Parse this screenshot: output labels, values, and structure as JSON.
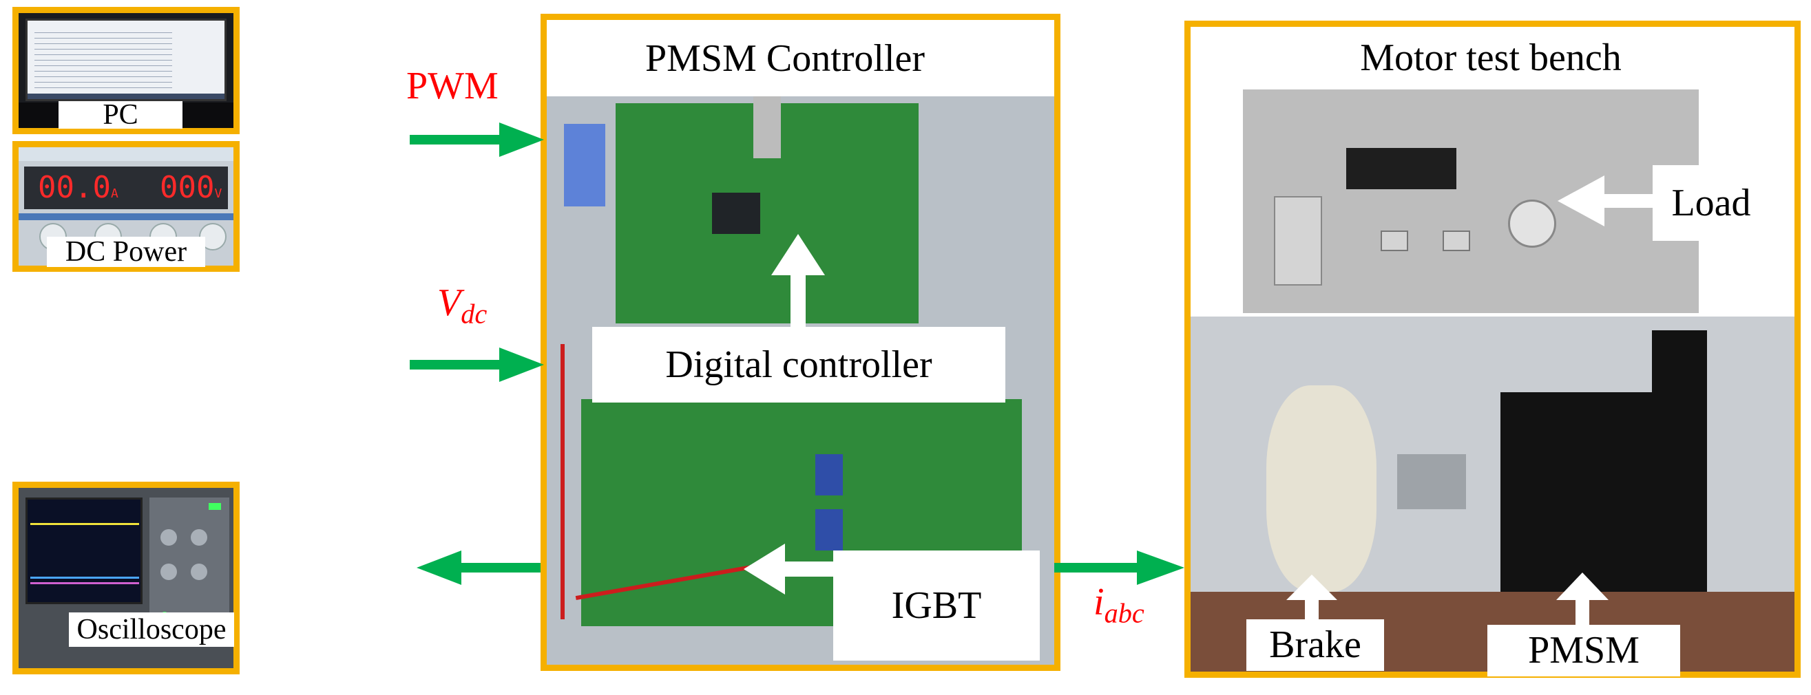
{
  "blocks": {
    "pc": {
      "label": "PC"
    },
    "dc_power": {
      "label": "DC Power",
      "current_display": "00.0",
      "current_unit": "A",
      "voltage_display": "000",
      "voltage_unit": "V"
    },
    "oscilloscope": {
      "label": "Oscilloscope"
    },
    "controller": {
      "title": "PMSM Controller",
      "digital_label": "Digital controller",
      "igbt_label": "IGBT"
    },
    "test_bench": {
      "title": "Motor test bench",
      "load_label": "Load",
      "brake_label": "Brake",
      "pmsm_label": "PMSM"
    }
  },
  "signals": {
    "pwm": "PWM",
    "vdc_main": "V",
    "vdc_sub": "dc",
    "iabc_main": "i",
    "iabc_sub": "abc"
  },
  "colors": {
    "frame": "#f5b000",
    "arrow": "#00b050",
    "signal_text": "#ff0000"
  }
}
